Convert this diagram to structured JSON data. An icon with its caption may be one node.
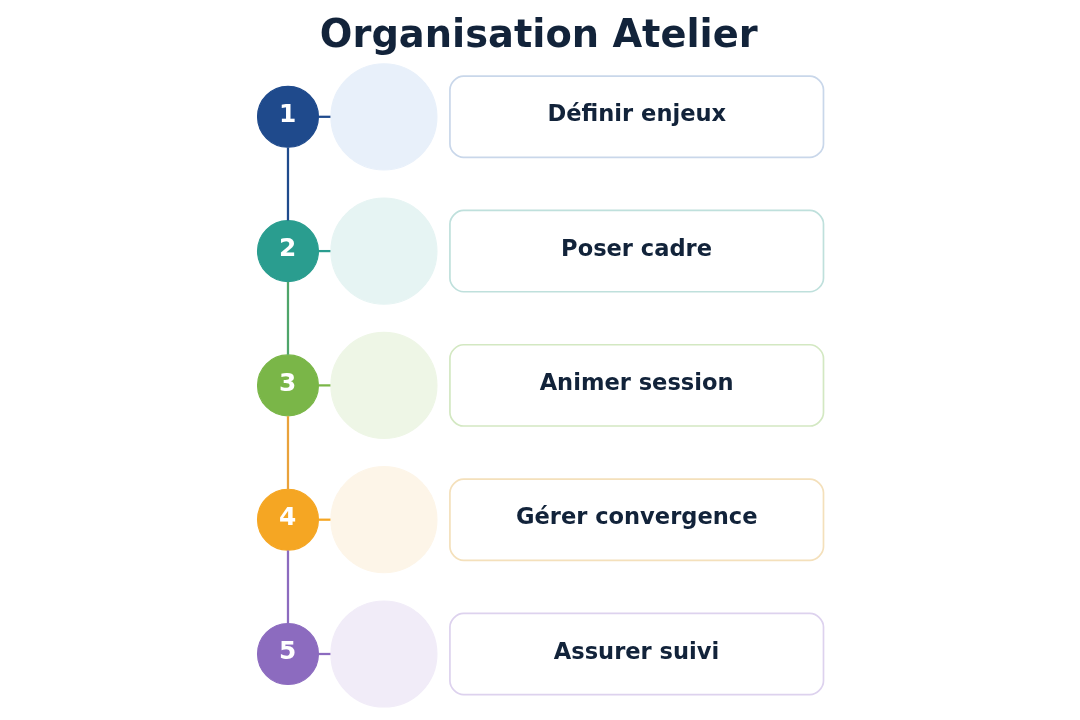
{
  "diagram": {
    "title": "Organisation Atelier",
    "nodes": [
      {
        "text": [
          "1"
        ]
      },
      {
        "text": [],
        "shape": "circle"
      },
      {
        "text": [
          "Définir enjeux"
        ]
      },
      {
        "text": [
          "2"
        ]
      },
      {
        "text": [],
        "shape": "circle"
      },
      {
        "text": [
          "Poser cadre"
        ]
      },
      {
        "text": [
          "3"
        ]
      },
      {
        "text": [],
        "shape": "circle"
      },
      {
        "text": [
          "Animer session"
        ]
      },
      {
        "text": [
          "4"
        ]
      },
      {
        "text": [],
        "shape": "circle"
      },
      {
        "text": [
          "Gérer convergence"
        ]
      },
      {
        "text": [
          "5"
        ]
      },
      {
        "text": [],
        "shape": "circle"
      },
      {
        "text": [
          "Assurer suivi"
        ]
      }
    ],
    "edges": [
      {
        "from": 0,
        "to": 1,
        "arrow": "none",
        "color": "#1f4a8c"
      },
      {
        "from": 0,
        "to": 3,
        "arrow": "none",
        "color": "#1f4a8c"
      },
      {
        "from": 3,
        "to": 4,
        "arrow": "none",
        "color": "#2a9d8f"
      },
      {
        "from": 3,
        "to": 6,
        "arrow": "none",
        "color": "#4fa56a"
      },
      {
        "from": 6,
        "to": 7,
        "arrow": "none",
        "color": "#7ab648"
      },
      {
        "from": 6,
        "to": 9,
        "arrow": "none",
        "color": "#e9a23b"
      },
      {
        "from": 9,
        "to": 10,
        "arrow": "none",
        "color": "#f5a623"
      },
      {
        "from": 9,
        "to": 12,
        "arrow": "none",
        "color": "#8c6bbf"
      },
      {
        "from": 12,
        "to": 13,
        "arrow": "none",
        "color": "#8c6bbf"
      }
    ]
  }
}
